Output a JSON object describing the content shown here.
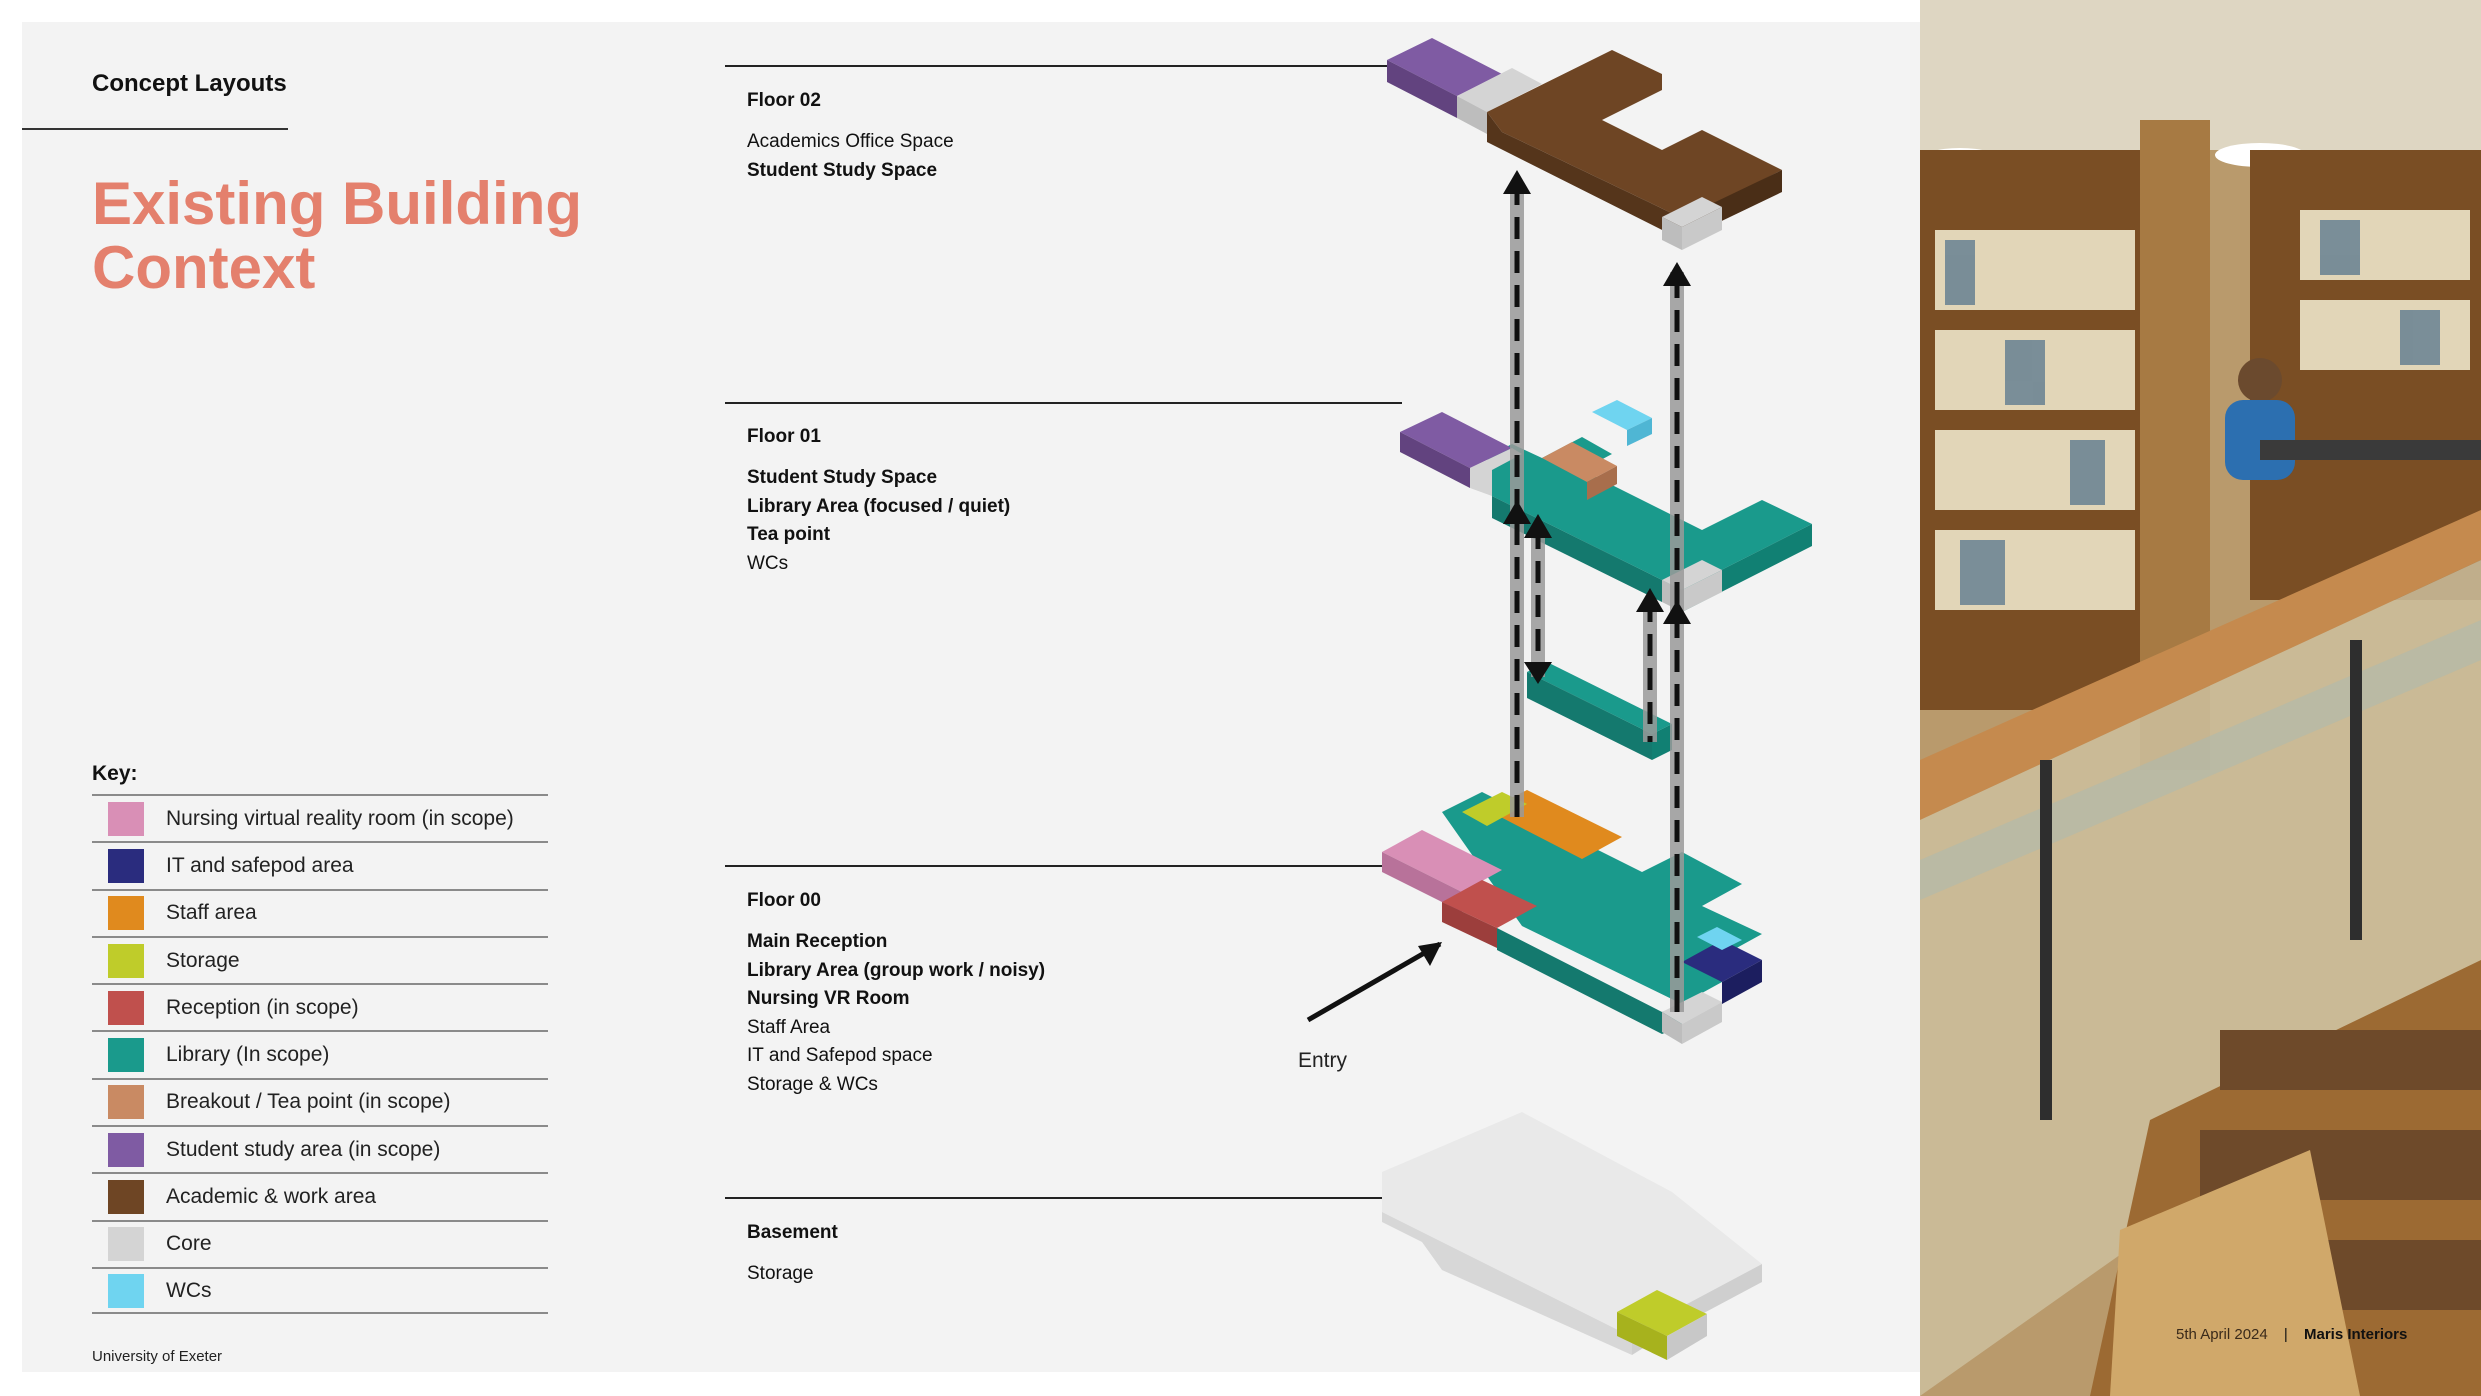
{
  "header": {
    "section": "Concept Layouts",
    "title_line1": "Existing Building",
    "title_line2": "Context"
  },
  "key": {
    "title": "Key:",
    "items": [
      {
        "label": "Nursing virtual reality room (in scope)",
        "color": "#d98fb6"
      },
      {
        "label": "IT and safepod area",
        "color": "#2a2c7e"
      },
      {
        "label": "Staff area",
        "color": "#e08a1e"
      },
      {
        "label": "Storage",
        "color": "#bfcc2a"
      },
      {
        "label": "Reception (in scope)",
        "color": "#c0504d"
      },
      {
        "label": "Library (In scope)",
        "color": "#1a9a8c"
      },
      {
        "label": "Breakout / Tea point (in scope)",
        "color": "#c98a63"
      },
      {
        "label": "Student study area (in scope)",
        "color": "#7f5ba3"
      },
      {
        "label": "Academic & work area",
        "color": "#6e4524"
      },
      {
        "label": "Core",
        "color": "#d4d4d4"
      },
      {
        "label": "WCs",
        "color": "#6fd4f0"
      }
    ]
  },
  "floors": [
    {
      "name": "Floor 02",
      "items": [
        {
          "text": "Academics Office Space",
          "bold": false
        },
        {
          "text": "Student Study Space",
          "bold": true
        }
      ]
    },
    {
      "name": "Floor 01",
      "items": [
        {
          "text": "Student Study Space",
          "bold": true
        },
        {
          "text": "Library Area (focused / quiet)",
          "bold": true
        },
        {
          "text": "Tea point",
          "bold": true
        },
        {
          "text": "WCs",
          "bold": false
        }
      ]
    },
    {
      "name": "Floor 00",
      "items": [
        {
          "text": "Main Reception",
          "bold": true
        },
        {
          "text": "Library Area (group work / noisy)",
          "bold": true
        },
        {
          "text": "Nursing VR Room",
          "bold": true
        },
        {
          "text": "Staff Area",
          "bold": false
        },
        {
          "text": "IT and Safepod space",
          "bold": false
        },
        {
          "text": "Storage & WCs",
          "bold": false
        }
      ]
    },
    {
      "name": "Basement",
      "items": [
        {
          "text": "Storage",
          "bold": false
        }
      ]
    }
  ],
  "diagram": {
    "entry_label": "Entry"
  },
  "footer": {
    "left": "University of Exeter",
    "date": "5th April 2024",
    "separator": "|",
    "brand": "Maris Interiors"
  }
}
